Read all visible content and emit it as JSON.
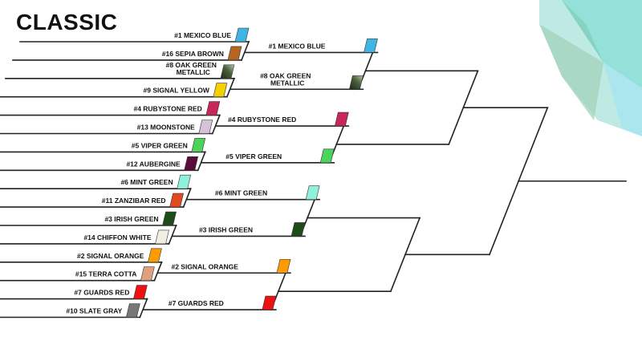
{
  "title": "CLASSIC",
  "round1": [
    {
      "label": "#1 MEXICO BLUE",
      "color": "#3fb4e5"
    },
    {
      "label": "#16 SEPIA BROWN",
      "color": "#b5651d"
    },
    {
      "label": "#8 OAK GREEN METALLIC",
      "color": "#4a5e3a",
      "gradient": true
    },
    {
      "label": "#9 SIGNAL YELLOW",
      "color": "#f5d000"
    },
    {
      "label": "#4 RUBYSTONE RED",
      "color": "#c8275a"
    },
    {
      "label": "#13 MOONSTONE",
      "color": "#d4c4d8"
    },
    {
      "label": "#5 VIPER GREEN",
      "color": "#4cd35a"
    },
    {
      "label": "#12 AUBERGINE",
      "color": "#5a0d3c"
    },
    {
      "label": "#6 MINT GREEN",
      "color": "#8ff0dc"
    },
    {
      "label": "#11 ZANZIBAR RED",
      "color": "#e04a1e"
    },
    {
      "label": "#3 IRISH GREEN",
      "color": "#1f4a1a"
    },
    {
      "label": "#14 CHIFFON WHITE",
      "color": "#efeee2"
    },
    {
      "label": "#2 SIGNAL ORANGE",
      "color": "#ff9a00"
    },
    {
      "label": "#15 TERRA COTTA",
      "color": "#e0a080"
    },
    {
      "label": "#7 GUARDS RED",
      "color": "#ee1111"
    },
    {
      "label": "#10 SLATE GRAY",
      "color": "#777777"
    }
  ],
  "round2": [
    {
      "label": "#1 MEXICO BLUE",
      "color": "#3fb4e5"
    },
    {
      "label": "#8 OAK GREEN METALLIC",
      "color": "#4a5e3a",
      "gradient": true
    },
    {
      "label": "#4 RUBYSTONE RED",
      "color": "#c8275a"
    },
    {
      "label": "#5 VIPER GREEN",
      "color": "#4cd35a"
    },
    {
      "label": "#6 MINT GREEN",
      "color": "#8ff0dc"
    },
    {
      "label": "#3 IRISH GREEN",
      "color": "#1f4a1a"
    },
    {
      "label": "#2 SIGNAL ORANGE",
      "color": "#ff9a00"
    },
    {
      "label": "#7 GUARDS RED",
      "color": "#ee1111"
    }
  ]
}
